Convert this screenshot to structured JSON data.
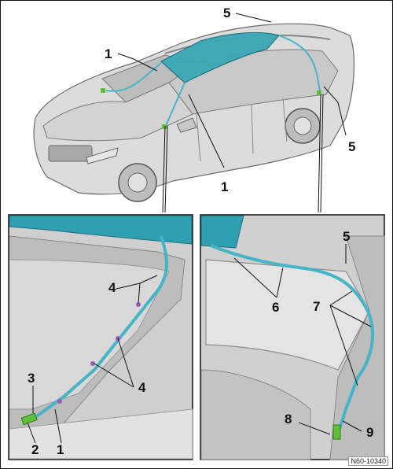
{
  "callouts": {
    "top_car": [
      "1",
      "1",
      "5",
      "5"
    ],
    "pillar_panel": [
      "4",
      "4",
      "3",
      "2",
      "1"
    ],
    "rear_panel": [
      "5",
      "6",
      "7",
      "8",
      "9"
    ]
  },
  "reference_code": "N60-10340",
  "colors": {
    "car_body": "#d9d9d9",
    "car_outline": "#6b6b6b",
    "sunroof": "#3aa7b7",
    "drain_hose": "#46b4c8",
    "connector_green": "#5fbf3a",
    "panel_bg": "#cfcfcf"
  }
}
